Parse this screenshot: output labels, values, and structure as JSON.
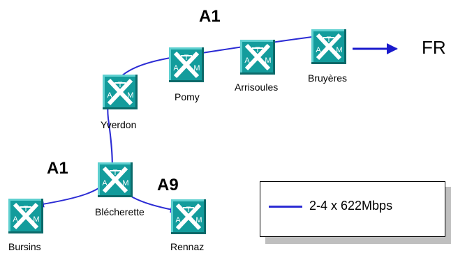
{
  "route_labels": {
    "a1_top": "A1",
    "a1_left": "A1",
    "a9": "A9"
  },
  "nodes": {
    "yverdon": "Yverdon",
    "pomy": "Pomy",
    "arrisoules": "Arrisoules",
    "bruyeres": "Bruyères",
    "blecherette": "Blécherette",
    "bursins": "Bursins",
    "rennaz": "Rennaz"
  },
  "node_icon_letters": {
    "top": "T",
    "left": "A",
    "right": "M"
  },
  "edge_label": "FR",
  "legend": {
    "text": "2-4 x 622Mbps"
  },
  "colors": {
    "node_fill": "#139c9c",
    "node_symbol": "#ffffff",
    "link": "#2b2bd4",
    "legend_shadow": "#bfbfbf"
  }
}
